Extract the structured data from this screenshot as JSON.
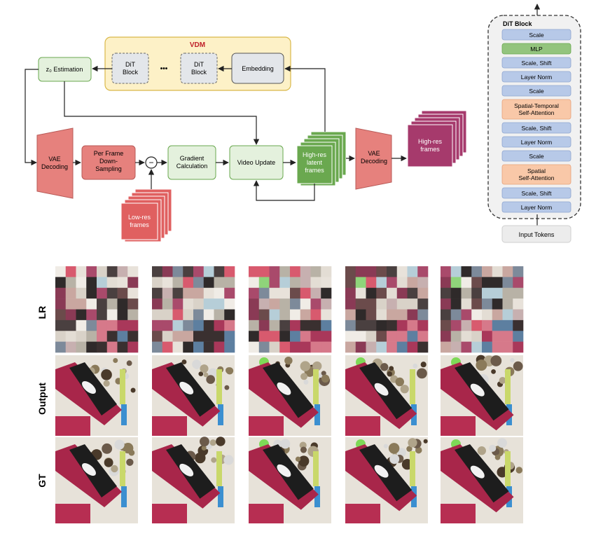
{
  "pipeline": {
    "vdm_label": "VDM",
    "dit_block_a": [
      "DiT",
      "Block"
    ],
    "ellipsis": "•••",
    "dit_block_b": [
      "DiT",
      "Block"
    ],
    "embedding": "Embedding",
    "z0_estimation": "z₀ Estimation",
    "vae_decoding": [
      "VAE",
      "Decoding"
    ],
    "downsampling": [
      "Per Frame",
      "Down-",
      "Sampling"
    ],
    "minus_symbol": "−",
    "gradient": [
      "Gradient",
      "Calculation"
    ],
    "video_update": "Video Update",
    "highres_latent": [
      "High-res",
      "latent",
      "frames"
    ],
    "vae_decoding_2": [
      "VAE",
      "Decoding"
    ],
    "highres_frames": [
      "High-res",
      "frames"
    ],
    "lowres_frames": [
      "Low-res",
      "frames"
    ]
  },
  "dit_block": {
    "title": "DiT Block",
    "layers": [
      {
        "label": "Scale",
        "kind": "blue"
      },
      {
        "label": "MLP",
        "kind": "green"
      },
      {
        "label": "Scale, Shift",
        "kind": "blue"
      },
      {
        "label": "Layer Norm",
        "kind": "blue"
      },
      {
        "label": "Scale",
        "kind": "blue"
      },
      {
        "label": [
          "Spatial-Temporal",
          "Self-Attention"
        ],
        "kind": "orange"
      },
      {
        "label": "Scale, Shift",
        "kind": "blue"
      },
      {
        "label": "Layer Norm",
        "kind": "blue"
      },
      {
        "label": "Scale",
        "kind": "blue"
      },
      {
        "label": [
          "Spatial",
          "Self-Attention"
        ],
        "kind": "orange"
      },
      {
        "label": "Scale, Shift",
        "kind": "blue"
      },
      {
        "label": "Layer Norm",
        "kind": "blue"
      }
    ],
    "input": "Input Tokens"
  },
  "grid": {
    "row_labels": [
      "LR",
      "Output",
      "GT"
    ],
    "columns": 5
  },
  "colors": {
    "vdm_fill": "#fdf1c7",
    "vdm_border": "#d9b84a",
    "vdm_title": "#c0202a",
    "gray_box": "#e3e6ea",
    "light_green": "#e4f1dd",
    "green_border": "#6aa84f",
    "salmon": "#e6817d",
    "salmon_border": "#b85a57",
    "dark_green": "#6aa84f",
    "magenta": "#a63a6c",
    "blue_layer": "#b7c9e8",
    "green_layer": "#93c47d",
    "orange_layer": "#f9c8a8"
  }
}
